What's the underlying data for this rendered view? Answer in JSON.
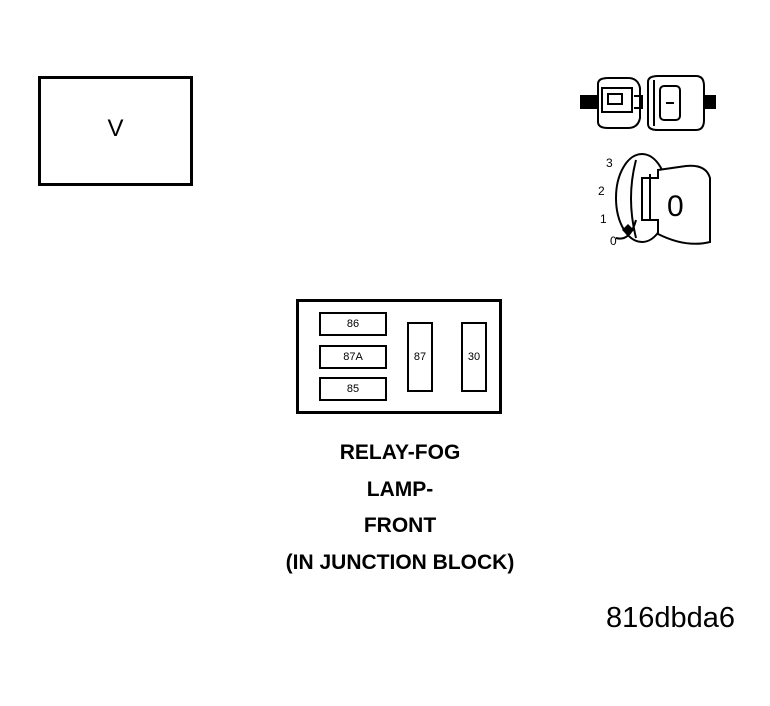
{
  "voltmeter": {
    "label": "V"
  },
  "relay": {
    "pins": {
      "p86": "86",
      "p87a": "87A",
      "p85": "85",
      "p87": "87",
      "p30": "30"
    },
    "caption": {
      "line1": "RELAY-FOG",
      "line2": "LAMP-",
      "line3": "FRONT",
      "line4": "(IN JUNCTION BLOCK)"
    }
  },
  "ignition": {
    "positions": {
      "p3": "3",
      "p2": "2",
      "p1": "1",
      "p0": "0"
    },
    "key_position": "0"
  },
  "diagram_id": "816dbda6",
  "icons": [
    "connector-icon",
    "ignition-key-icon"
  ]
}
